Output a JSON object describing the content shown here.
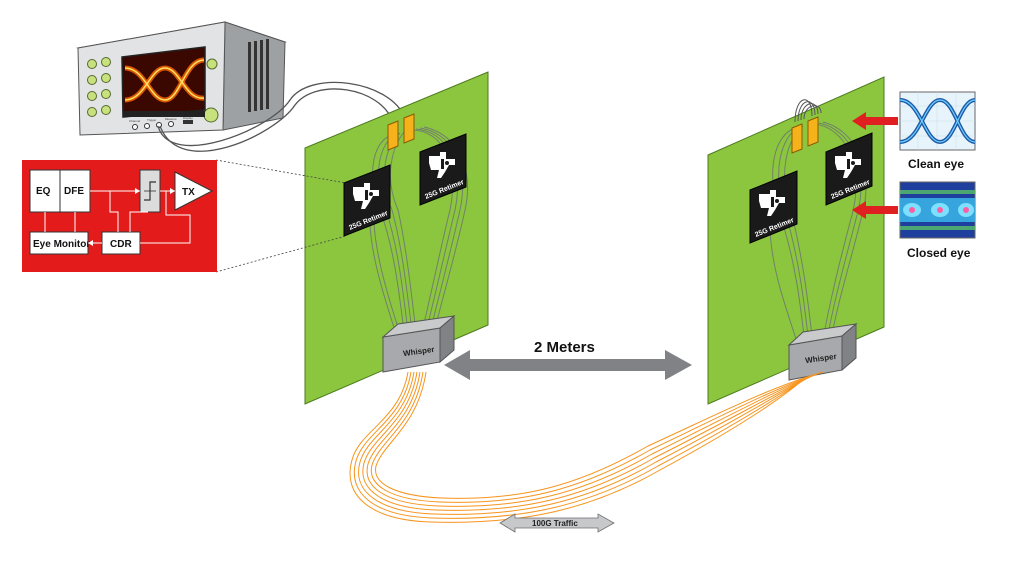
{
  "oscilloscope": {
    "screen_labels": [
      "Channel",
      "Trigger",
      "Measure",
      "Display"
    ]
  },
  "block_diagram": {
    "blocks": {
      "eq": "EQ",
      "dfe": "DFE",
      "tx": "TX",
      "eye_monitor": "Eye Monitor",
      "cdr": "CDR"
    }
  },
  "retimers": {
    "chip_label": "25G Retimer"
  },
  "connectors": {
    "label": "Whisper"
  },
  "distance": {
    "label": "2 Meters"
  },
  "cable": {
    "traffic_label": "100G Traffic"
  },
  "eyes": {
    "clean_label": "Clean eye",
    "closed_label": "Closed eye"
  },
  "colors": {
    "board_green": "#8cc63f",
    "block_red": "#e31b1b",
    "cable_orange": "#f7941d",
    "connector_gray": "#a7a9ac",
    "arrow_gray": "#808285",
    "arrow_red": "#e02020",
    "chip_black": "#1a1a1a",
    "pad_yellow": "#f5b21b"
  },
  "icons": [
    "ti-logo-icon",
    "double-arrow-icon",
    "red-arrow-icon"
  ]
}
